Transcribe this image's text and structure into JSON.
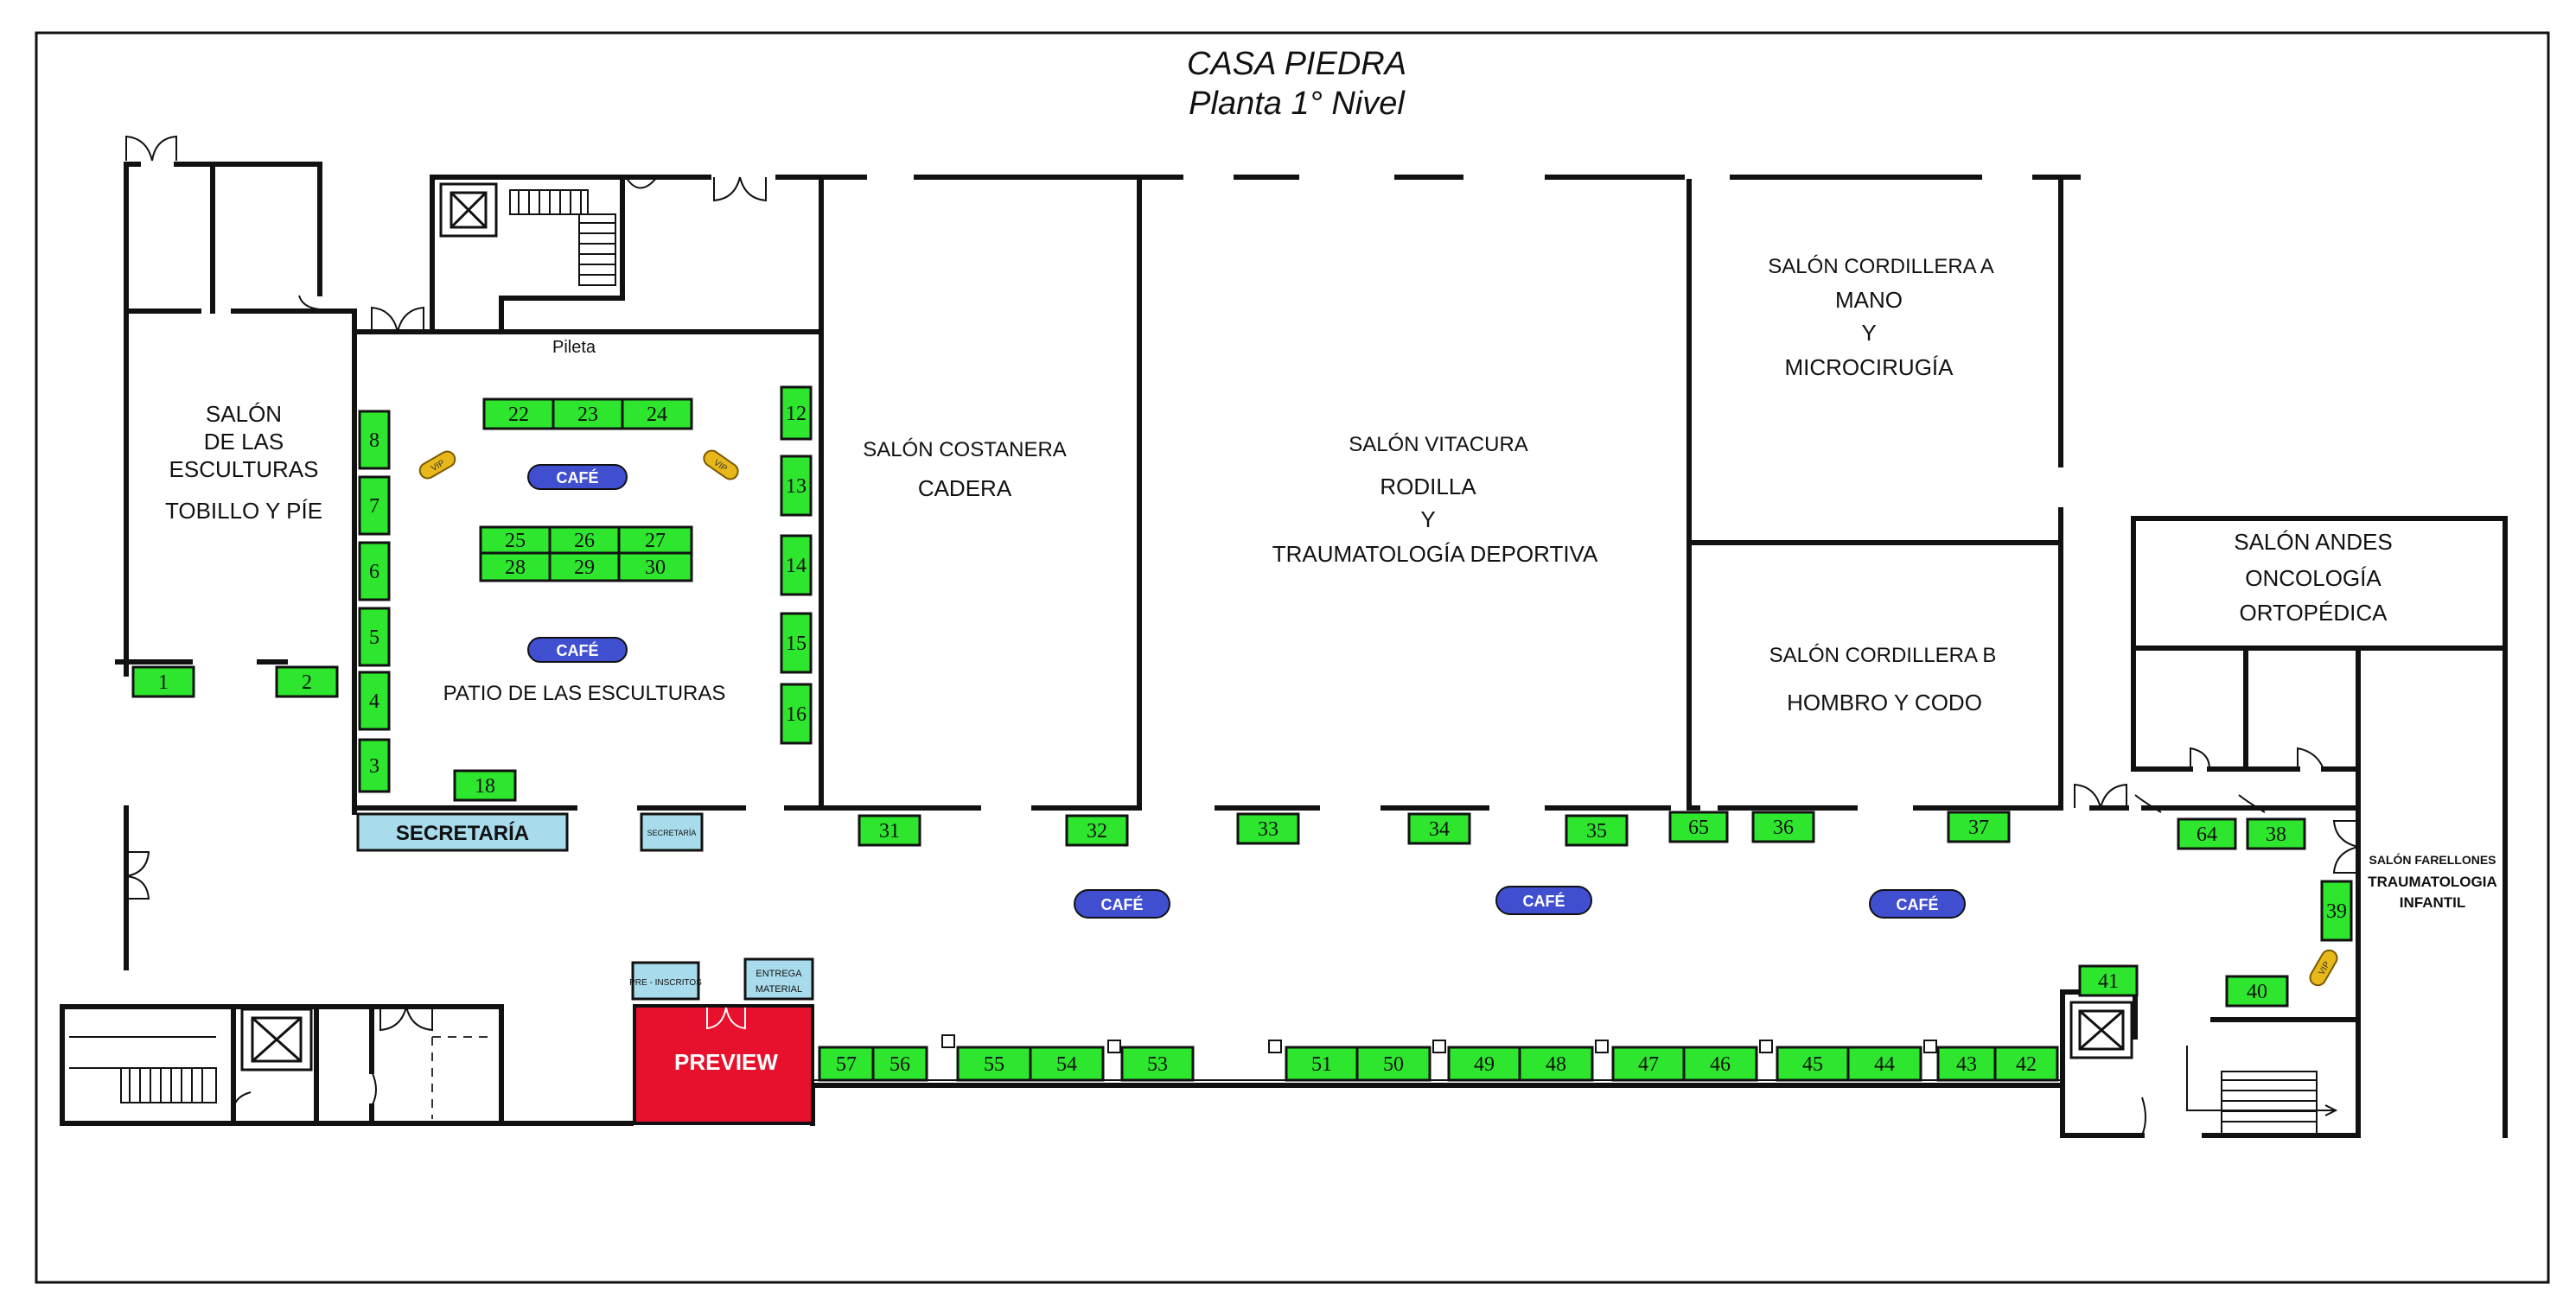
{
  "title": "CASA PIEDRA",
  "subtitle": "Planta 1° Nivel",
  "colors": {
    "booth": "#2ee62e",
    "cafe": "#3f4fd0",
    "desk": "#a8dcec",
    "preview": "#e8112d",
    "vip": "#e8b81a",
    "wall": "#111111"
  },
  "rooms": {
    "esculturas": {
      "l1": "SALÓN",
      "l2": "DE LAS",
      "l3": "ESCULTURAS",
      "l4": "TOBILLO Y PÍE"
    },
    "costanera": {
      "l1": "SALÓN COSTANERA",
      "l2": "CADERA"
    },
    "vitacura": {
      "l1": "SALÓN VITACURA",
      "l2": "RODILLA",
      "l3": "Y",
      "l4": "TRAUMATOLOGÍA DEPORTIVA"
    },
    "cordillera_a": {
      "l1": "SALÓN CORDILLERA  A",
      "l2": "MANO",
      "l3": "Y",
      "l4": "MICROCIRUGÍA"
    },
    "cordillera_b": {
      "l1": "SALÓN CORDILLERA  B",
      "l2": "HOMBRO Y CODO"
    },
    "andes": {
      "l1": "SALÓN ANDES",
      "l2": "ONCOLOGÍA",
      "l3": "ORTOPÉDICA"
    },
    "farellones": {
      "l1": "SALÓN FARELLONES",
      "l2": "TRAUMATOLOGIA",
      "l3": "INFANTIL"
    },
    "patio": "PATIO DE LAS ESCULTURAS",
    "pileta": "Pileta"
  },
  "desks": {
    "secretaria": "SECRETARÍA",
    "secretaria_small": "SECRETARÍA",
    "pre_inscritos": "PRE - INSCRITOS",
    "entrega_1": "ENTREGA",
    "entrega_2": "MATERIAL",
    "preview": "PREVIEW"
  },
  "vip_label": "VIP",
  "cafes": [
    {
      "id": "c1",
      "label": "CAFÉ"
    },
    {
      "id": "c2",
      "label": "CAFÉ"
    },
    {
      "id": "c3",
      "label": "CAFÉ"
    },
    {
      "id": "c4",
      "label": "CAFÉ"
    },
    {
      "id": "c5",
      "label": "CAFÉ"
    }
  ],
  "booths": [
    "1",
    "2",
    "3",
    "4",
    "5",
    "6",
    "7",
    "8",
    "12",
    "13",
    "14",
    "15",
    "16",
    "18",
    "22",
    "23",
    "24",
    "25",
    "26",
    "27",
    "28",
    "29",
    "30",
    "31",
    "32",
    "33",
    "34",
    "35",
    "36",
    "37",
    "38",
    "39",
    "40",
    "41",
    "42",
    "43",
    "44",
    "45",
    "46",
    "47",
    "48",
    "49",
    "50",
    "51",
    "53",
    "54",
    "55",
    "56",
    "57",
    "64",
    "65"
  ]
}
